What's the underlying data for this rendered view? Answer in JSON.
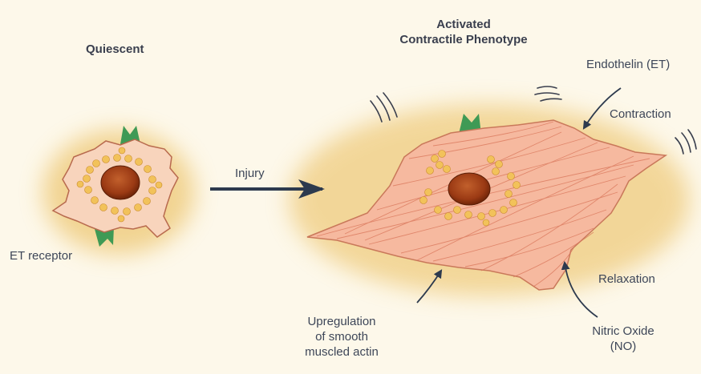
{
  "labels": {
    "quiescent": "Quiescent",
    "activated_line1": "Activated",
    "activated_line2": "Contractile Phenotype",
    "endothelin": "Endothelin (ET)",
    "contraction": "Contraction",
    "injury": "Injury",
    "et_receptor": "ET receptor",
    "relaxation": "Relaxation",
    "upregulation_line1": "Upregulation",
    "upregulation_line2": "of smooth",
    "upregulation_line3": "muscled actin",
    "nitric_oxide_line1": "Nitric Oxide",
    "nitric_oxide_line2": "(NO)"
  },
  "colors": {
    "background": "#fdf8ea",
    "glow": "#e8b64a",
    "cell_fill": "#f6b99f",
    "cell_stroke": "#c9785a",
    "fiber": "#d9765a",
    "nucleus": "#9b3a14",
    "granule": "#f2c25a",
    "receptor": "#3f9a55",
    "arrow": "#2d3a4e",
    "text": "#3d4658"
  }
}
